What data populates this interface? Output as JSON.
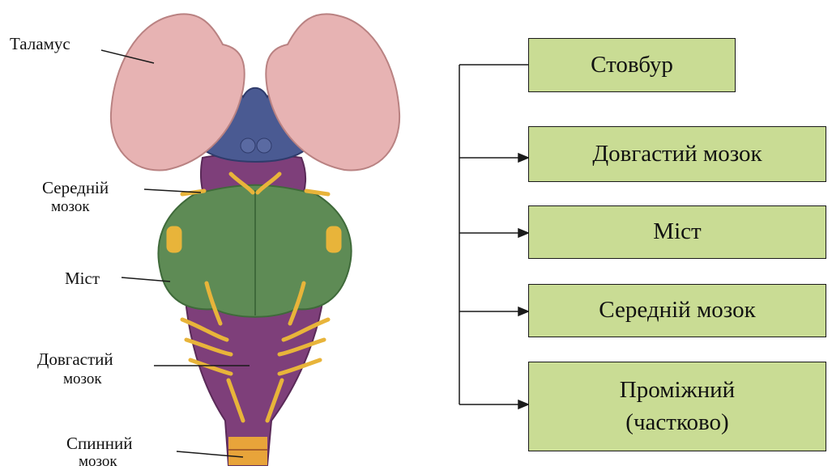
{
  "illustration": {
    "labels": {
      "thalamus": "Таламус",
      "midbrain_1": "Середній",
      "midbrain_2": "мозок",
      "pons": "Міст",
      "medulla_1": "Довгастий",
      "medulla_2": "мозок",
      "spinal_1": "Спинний",
      "spinal_2": "мозок"
    },
    "colors": {
      "thalamus": "#e7b3b3",
      "diencephalon": "#4a5a92",
      "pons": "#5e8b55",
      "medulla": "#7e3f7a",
      "nerves": "#e8b43a"
    }
  },
  "scheme": {
    "root": "Стовбур",
    "children": [
      "Довгастий мозок",
      "Міст",
      "Середній мозок",
      "Проміжний\n(частково)"
    ],
    "box_color": "#c9dc94"
  }
}
